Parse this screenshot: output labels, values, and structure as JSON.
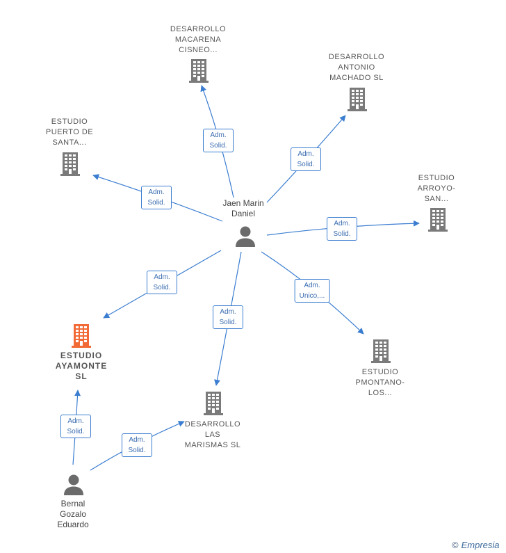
{
  "colors": {
    "edge": "#3b7dd0",
    "edge_label_text": "#3a6cb0",
    "edge_label_border": "#3b7dd0",
    "label_text": "#555555",
    "person_label_text": "#444444",
    "brand_accent": "#f26a36",
    "brand_text": "#3e6a9a"
  },
  "nodes": {
    "jaen_marin_daniel": {
      "icon": "person-icon",
      "icon_color": "#6b6b6b",
      "label_lines": [
        "Jaen Marin",
        "Daniel"
      ]
    },
    "bernal_gozalo_eduardo": {
      "icon": "person-icon",
      "icon_color": "#6b6b6b",
      "label_lines": [
        "Bernal",
        "Gozalo",
        "Eduardo"
      ]
    },
    "desarrollo_macarena": {
      "icon": "building-icon",
      "icon_color": "#7a7a7a",
      "label_lines": [
        "DESARROLLO",
        "MACARENA",
        "CISNEO..."
      ]
    },
    "desarrollo_antonio_machado": {
      "icon": "building-icon",
      "icon_color": "#7a7a7a",
      "label_lines": [
        "DESARROLLO",
        "ANTONIO",
        "MACHADO SL"
      ]
    },
    "estudio_puerto_santa": {
      "icon": "building-icon",
      "icon_color": "#7a7a7a",
      "label_lines": [
        "ESTUDIO",
        "PUERTO DE",
        "SANTA..."
      ]
    },
    "estudio_arroyo_san": {
      "icon": "building-icon",
      "icon_color": "#7a7a7a",
      "label_lines": [
        "ESTUDIO",
        "ARROYO-",
        "SAN..."
      ]
    },
    "estudio_ayamonte": {
      "icon": "building-icon",
      "icon_color": "#f26a36",
      "label_lines": [
        "ESTUDIO",
        "AYAMONTE",
        "SL"
      ]
    },
    "estudio_pmontano_los": {
      "icon": "building-icon",
      "icon_color": "#7a7a7a",
      "label_lines": [
        "ESTUDIO",
        "PMONTANO-",
        "LOS..."
      ]
    },
    "desarrollo_las_marismas": {
      "icon": "building-icon",
      "icon_color": "#7a7a7a",
      "label_lines": [
        "DESARROLLO",
        "LAS",
        "MARISMAS SL"
      ]
    }
  },
  "edges": {
    "jaen_to_macarena": {
      "label_lines": [
        "Adm.",
        "Solid."
      ]
    },
    "jaen_to_antonio_machado": {
      "label_lines": [
        "Adm.",
        "Solid."
      ]
    },
    "jaen_to_puerto_santa": {
      "label_lines": [
        "Adm.",
        "Solid."
      ]
    },
    "jaen_to_arroyo_san": {
      "label_lines": [
        "Adm.",
        "Solid."
      ]
    },
    "jaen_to_ayamonte": {
      "label_lines": [
        "Adm.",
        "Solid."
      ]
    },
    "jaen_to_las_marismas": {
      "label_lines": [
        "Adm.",
        "Solid."
      ]
    },
    "jaen_to_pmontano_los": {
      "label_lines": [
        "Adm.",
        "Unico,..."
      ]
    },
    "bernal_to_ayamonte": {
      "label_lines": [
        "Adm.",
        "Solid."
      ]
    },
    "bernal_to_las_marismas": {
      "label_lines": [
        "Adm.",
        "Solid."
      ]
    }
  },
  "footer": {
    "copyright_symbol": "©",
    "brand": "Empresia"
  }
}
